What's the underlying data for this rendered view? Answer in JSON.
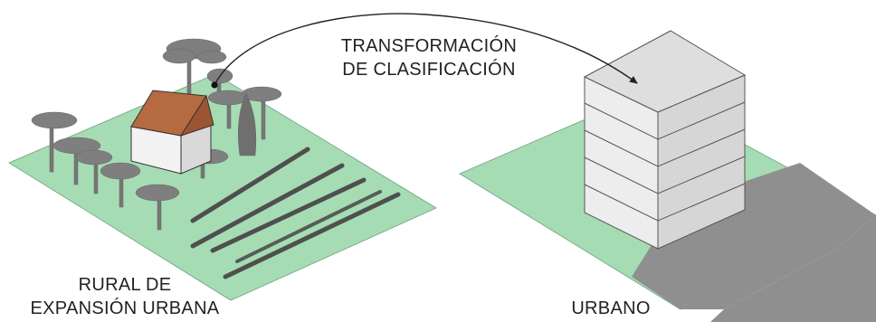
{
  "diagram": {
    "transformation_label": {
      "line1": "TRANSFORMACIÓN",
      "line2": "DE CLASIFICACIÓN"
    },
    "rural_label": {
      "line1": "RURAL DE",
      "line2": "EXPANSIÓN URBANA"
    },
    "urban_label": "URBANO"
  },
  "colors": {
    "ground_green": "#a6dcb3",
    "road_gray": "#8f8f8f",
    "roof_brown": "#b56a3f",
    "wall_light": "#f2f2f2",
    "wall_shade": "#d9d9d9",
    "building_top": "#dedede",
    "building_front": "#ededed",
    "building_side": "#d6d6d6",
    "tree_gray": "#7f7f7f",
    "crop_dark": "#4f4f4f",
    "outline": "#333333"
  }
}
